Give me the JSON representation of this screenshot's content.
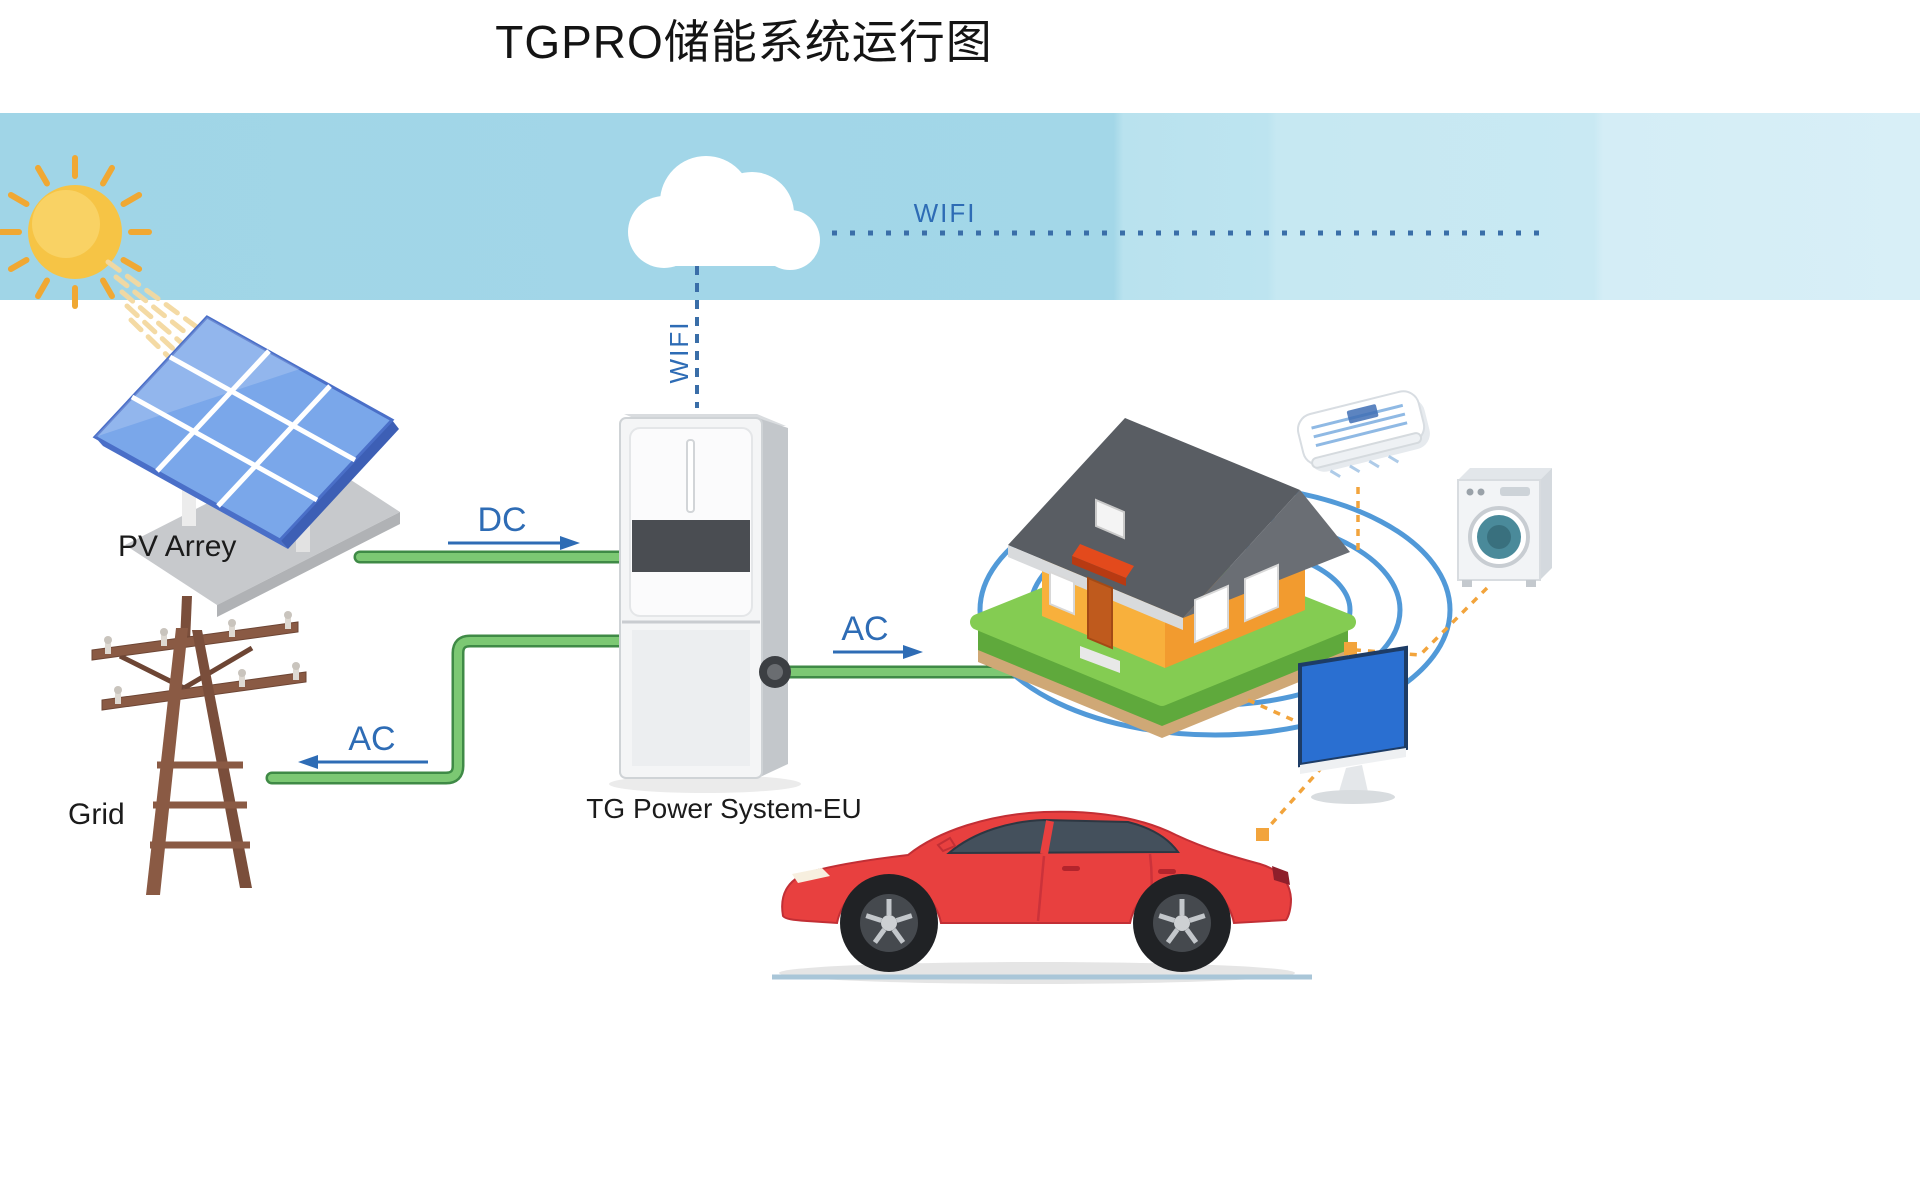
{
  "title": "TGPRO储能系统运行图",
  "labels": {
    "pv": "PV Arrey",
    "grid": "Grid",
    "inverter": "TG Power System-EU"
  },
  "flows": {
    "dc": "DC",
    "ac_to_house": "AC",
    "ac_to_grid": "AC",
    "wifi_cloud": "WIFI",
    "wifi_inverter": "WIFI"
  },
  "colors": {
    "sky": "#a3d7e8",
    "flow_label_blue": "#2e6cb5",
    "wire_green": "#6fbf68",
    "link_orange": "#f2a43c",
    "car_red": "#e8403f",
    "signal_blue": "#3f8fd4"
  }
}
